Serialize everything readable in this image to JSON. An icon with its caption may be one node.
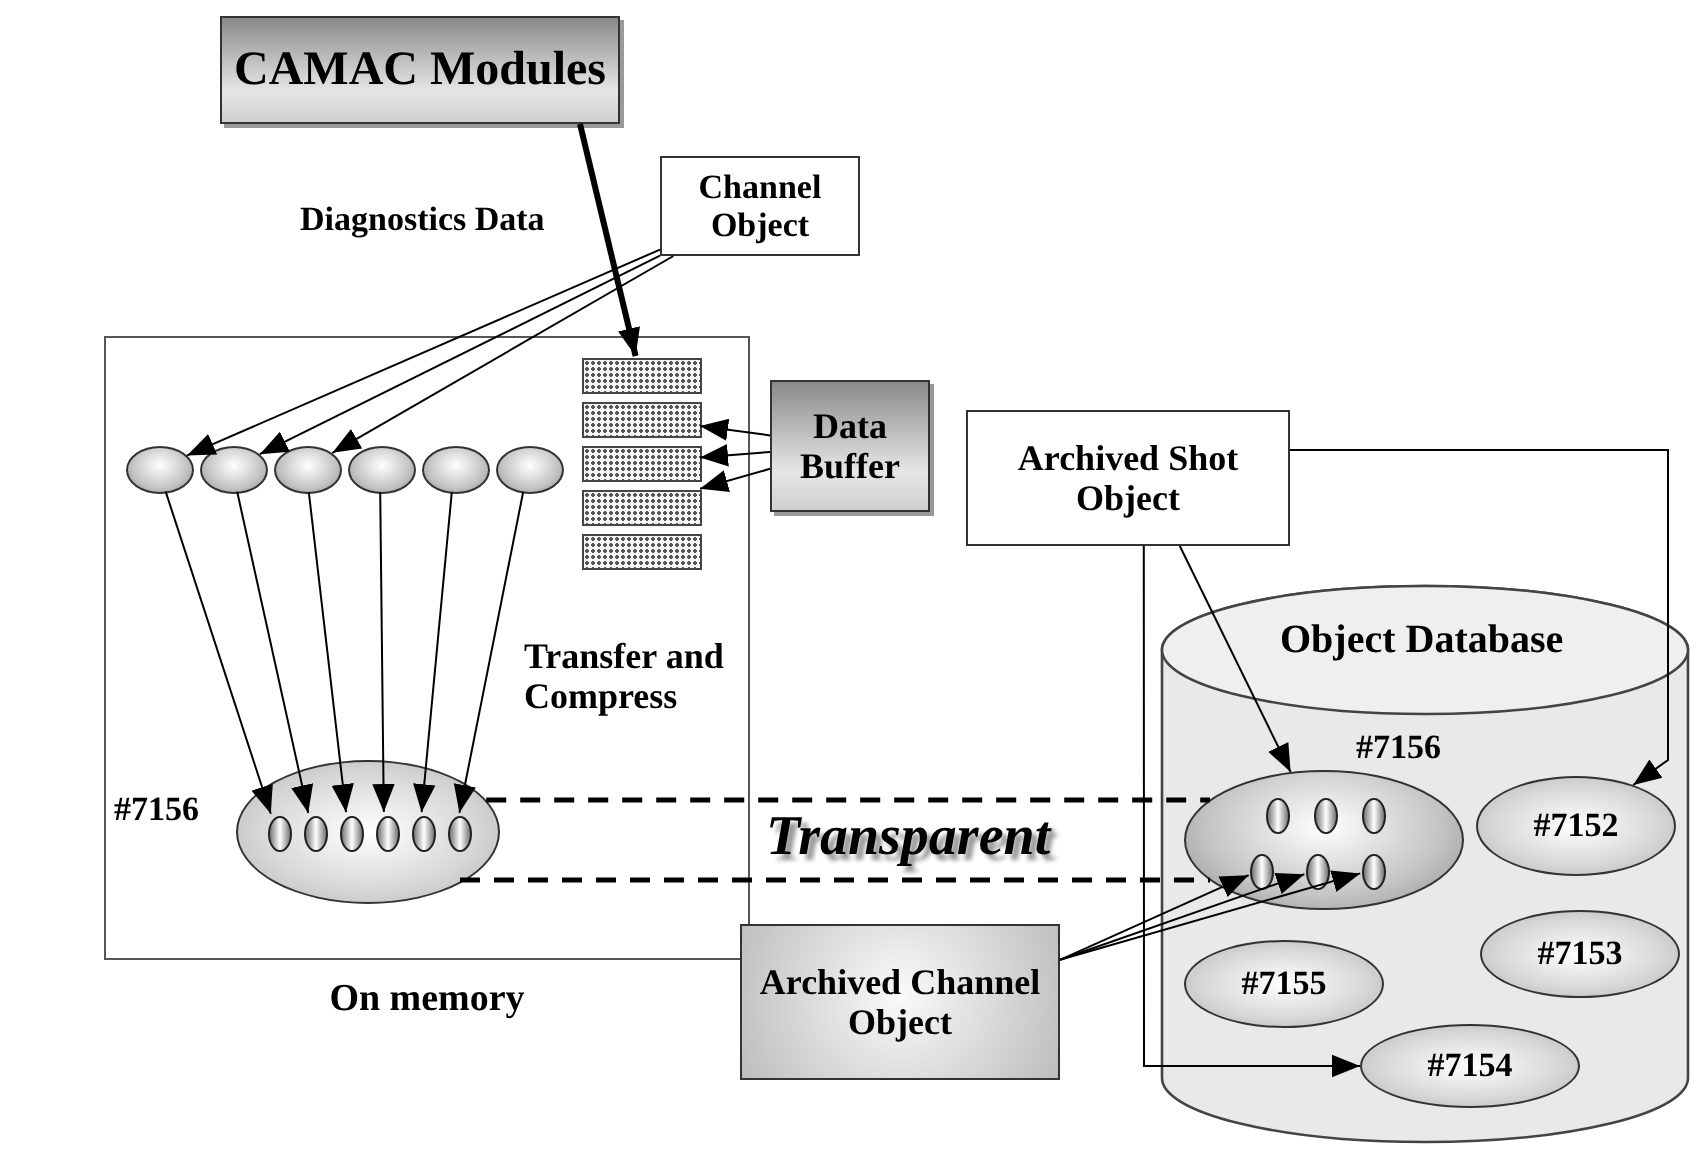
{
  "diagram": {
    "nodes": [
      {
        "text": [
          "CAMAC Modules"
        ]
      },
      {
        "text": [
          "Channel Object"
        ]
      },
      {
        "text": [
          "Data Buffer"
        ]
      },
      {
        "text": [
          "On memory"
        ]
      },
      {
        "text": [],
        "shape": "box",
        "in": 3
      },
      {
        "text": [],
        "shape": "box",
        "in": 3
      },
      {
        "text": [],
        "shape": "box",
        "in": 3
      },
      {
        "text": [],
        "shape": "box",
        "in": 3
      },
      {
        "text": [],
        "shape": "box",
        "in": 3
      },
      {
        "text": [],
        "shape": "ellipse",
        "in": 3
      },
      {
        "text": [],
        "shape": "ellipse",
        "in": 3
      },
      {
        "text": [],
        "shape": "ellipse",
        "in": 3
      },
      {
        "text": [],
        "shape": "ellipse",
        "in": 3
      },
      {
        "text": [],
        "shape": "ellipse",
        "in": 3
      },
      {
        "text": [],
        "shape": "ellipse",
        "in": 3
      },
      {
        "text": [
          "#7156"
        ],
        "in": 3
      },
      {
        "text": [],
        "shape": "ellipse",
        "in": 15
      },
      {
        "text": [],
        "shape": "ellipse",
        "in": 15
      },
      {
        "text": [],
        "shape": "ellipse",
        "in": 15
      },
      {
        "text": [],
        "shape": "ellipse",
        "in": 15
      },
      {
        "text": [],
        "shape": "ellipse",
        "in": 15
      },
      {
        "text": [],
        "shape": "ellipse",
        "in": 15
      },
      {
        "text": [
          "Archived Shot Object"
        ]
      },
      {
        "text": [
          "Object Database"
        ]
      },
      {
        "text": [
          "#7156"
        ],
        "in": 23
      },
      {
        "text": [],
        "shape": "ellipse",
        "in": 24
      },
      {
        "text": [],
        "shape": "ellipse",
        "in": 24
      },
      {
        "text": [],
        "shape": "ellipse",
        "in": 24
      },
      {
        "text": [],
        "shape": "ellipse",
        "in": 24
      },
      {
        "text": [],
        "shape": "ellipse",
        "in": 24
      },
      {
        "text": [],
        "shape": "ellipse",
        "in": 24
      },
      {
        "text": [
          "#7152"
        ],
        "in": 23
      },
      {
        "text": [
          "#7155"
        ],
        "in": 23
      },
      {
        "text": [
          "#7153"
        ],
        "in": 23
      },
      {
        "text": [
          "#7154"
        ],
        "in": 23
      },
      {
        "text": [
          "Archived Channel Object"
        ]
      }
    ],
    "edges": [
      {
        "from": 0,
        "to": 4,
        "arrow": "to",
        "label": "Diagnostics Data",
        "style": "thick"
      },
      {
        "from": 1,
        "to": 9,
        "arrow": "to"
      },
      {
        "from": 1,
        "to": 10,
        "arrow": "to"
      },
      {
        "from": 1,
        "to": 11,
        "arrow": "to"
      },
      {
        "from": 2,
        "to": 6,
        "arrow": "to"
      },
      {
        "from": 2,
        "to": 7,
        "arrow": "to"
      },
      {
        "from": 2,
        "to": 5,
        "arrow": "to"
      },
      {
        "from": 9,
        "to": 16,
        "arrow": "to"
      },
      {
        "from": 10,
        "to": 17,
        "arrow": "to"
      },
      {
        "from": 11,
        "to": 18,
        "arrow": "to"
      },
      {
        "from": 12,
        "to": 19,
        "arrow": "to"
      },
      {
        "from": 13,
        "to": 20,
        "arrow": "to"
      },
      {
        "from": 14,
        "to": 21,
        "arrow": "to"
      },
      {
        "from": 15,
        "to": 24,
        "arrow": "none",
        "style": "dashed"
      },
      {
        "from": 15,
        "to": 24,
        "arrow": "none",
        "style": "dashed"
      },
      {
        "from": 22,
        "to": 24,
        "arrow": "to"
      },
      {
        "from": 22,
        "to": 31,
        "arrow": "to"
      },
      {
        "from": 22,
        "to": 34,
        "arrow": "to"
      },
      {
        "from": 35,
        "to": 28,
        "arrow": "to"
      },
      {
        "from": 35,
        "to": 29,
        "arrow": "to"
      },
      {
        "from": 35,
        "to": 30,
        "arrow": "to"
      }
    ],
    "labels": [
      "Transfer and Compress",
      "Transparent"
    ]
  }
}
